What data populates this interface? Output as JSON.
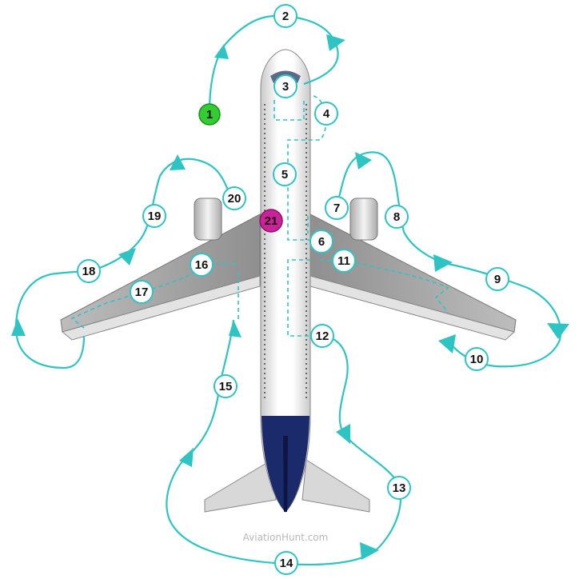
{
  "diagram": {
    "steps": [
      {
        "label": "1",
        "color": "#33cc33"
      },
      {
        "label": "2"
      },
      {
        "label": "3"
      },
      {
        "label": "4"
      },
      {
        "label": "5"
      },
      {
        "label": "6"
      },
      {
        "label": "7"
      },
      {
        "label": "8"
      },
      {
        "label": "9"
      },
      {
        "label": "10"
      },
      {
        "label": "11"
      },
      {
        "label": "12"
      },
      {
        "label": "13"
      },
      {
        "label": "14"
      },
      {
        "label": "15"
      },
      {
        "label": "16"
      },
      {
        "label": "17"
      },
      {
        "label": "18"
      },
      {
        "label": "19"
      },
      {
        "label": "20"
      },
      {
        "label": "21",
        "color": "#cc2299"
      }
    ],
    "watermark": "AviationHunt.com",
    "colors": {
      "path": "#2ec4c4",
      "circle_border": "#2ec4c4",
      "tail": "#1a2a6a",
      "fuselage": "#f2f2f2",
      "wing": "#9a9a9a"
    }
  }
}
